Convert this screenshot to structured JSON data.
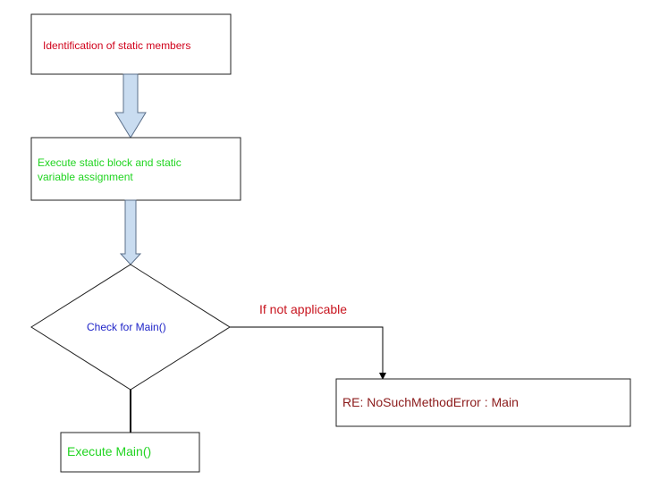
{
  "diagram": {
    "nodes": {
      "identify": {
        "text": "Identification of static members",
        "color": "#d0021b"
      },
      "execute_static": {
        "line1": "Execute static block and static",
        "line2": "variable assignment",
        "color": "#21d421"
      },
      "check_main": {
        "text": "Check for Main()",
        "color": "#1f24c8"
      },
      "error": {
        "text": "RE: NoSuchMethodError : Main",
        "color": "#8b1a1a"
      },
      "execute_main": {
        "text": "Execute Main()",
        "color": "#21d421"
      }
    },
    "edges": {
      "not_applicable_label": "If not applicable",
      "label_color": "#c8141e"
    },
    "arrow_fill": "#c9dcf0",
    "arrow_stroke": "#5b6f8a"
  }
}
